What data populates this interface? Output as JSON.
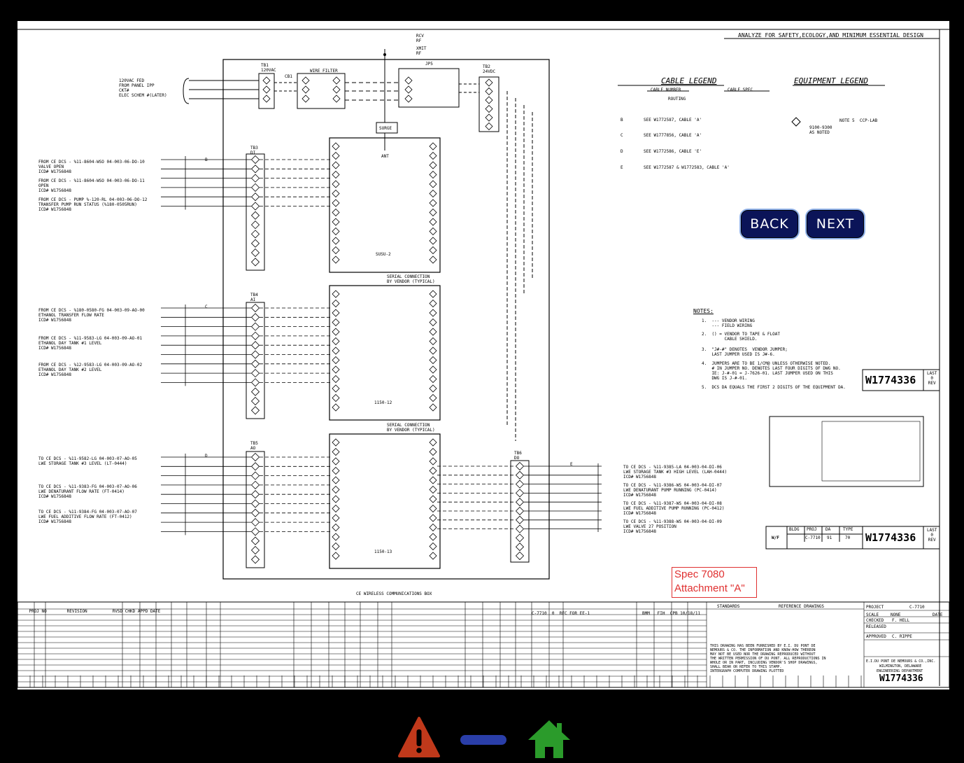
{
  "header": {
    "analyze_note": "ANALYZE FOR SAFETY,ECOLOGY,AND MINIMUM ESSENTIAL DESIGN"
  },
  "nav": {
    "back_label": "BACK",
    "next_label": "NEXT"
  },
  "legends": {
    "cable_title": "CABLE LEGEND",
    "equipment_title": "EQUIPMENT LEGEND",
    "cable_number": "CABLE NUMBER",
    "cable_spec": "CABLE SPEC",
    "routing": "ROUTING",
    "cable_entries": [
      {
        "tag": "B",
        "text": "SEE W1772587, CABLE 'A'"
      },
      {
        "tag": "C",
        "text": "SEE W1777856, CABLE 'A'"
      },
      {
        "tag": "D",
        "text": "SEE W1772586, CABLE 'E'"
      },
      {
        "tag": "E",
        "text": "SEE W1772587 & W1772583, CABLE 'A'"
      }
    ],
    "equipment_note": "NOTE 5  CCP-LAB",
    "equipment_sub": "9100-9300\nAS NOTED"
  },
  "notes": {
    "title": "NOTES:",
    "items": [
      "1.  --- VENDOR WIRING\n    --- FIELD WIRING",
      "2.  () = VENDOR TO TAPE & FLOAT\n         CABLE SHIELD.",
      "3.  \"J#-#\" DENOTES  VENDOR JUMPER;\n    LAST JUMPER USED IS J#-6.",
      "4.  JUMPERS ARE TO BE 1/CM@ UNLESS OTHERWISE NOTED.\n    # IN JUMPER NO. DENOTES LAST FOUR DIGITS OF DWG NO.\n    IE: J-#-01 = J-7626-01. LAST JUMPER USED ON THIS\n    DWG IS J-#-01.",
      "5.  DCS DA EQUALS THE FIRST 2 DIGITS OF THE EQUIPMENT DA."
    ]
  },
  "drawing_number": "W1774336",
  "last_rev_label": "LAST\n0\nREV",
  "title_block": {
    "bldg": "BLDG",
    "proj": "PROJ",
    "da": "DA",
    "type": "TYPE",
    "proj_val": "C-7710",
    "da_val": "91",
    "type_val": "70",
    "wf": "W/F"
  },
  "spec": {
    "line1": "Spec 7080",
    "line2": "Attachment \"A\""
  },
  "revision_table": {
    "headers": [
      "PROJ",
      "NO",
      "REVISION",
      "RVSD",
      "CHKD",
      "APPD",
      "DATE"
    ],
    "standards": "STANDARDS",
    "reference": "REFERENCE DRAWINGS",
    "rev_entry": "C-7710  0  RFC FOR EE-1",
    "rev_sign": "BMM   FIH  CPB 10/18/11"
  },
  "project_block": {
    "project": "PROJECT",
    "project_val": "C-7710",
    "scale": "SCALE",
    "scale_val": "NONE",
    "date": "DATE",
    "checked": "CHECKED",
    "checked_val": "F. HELL",
    "released": "RELEASED",
    "approved": "APPROVED",
    "approved_val": "C. RIPPE",
    "company": "E.I.DU PONT DE NEMOURS & CO.,INC.",
    "location": "WILMINGTON, DELAWARE",
    "dept": "ENGINEERING DEPARTMENT",
    "disclaimer": "THIS DRAWING HAS BEEN FURNISHED BY E.I. DU PONT DE\nNEMOURS & CO. THE INFORMATION AND KNOW-HOW THEREON\nMAY NOT BE USED NOR THE DRAWING REPRODUCED WITHOUT\nTHE WRITTEN PERMISSION OF DU PONT. ALL REPRODUCTIONS IN\nWHOLE OR IN PART, INCLUDING VENDOR'S SHOP DRAWINGS,\nSHALL BEAR OR REFER TO THIS STAMP.\nINTERGRAPH COMPUTER DRAWING PLOTTED"
  },
  "schematic": {
    "feed_note": "120VAC FED\nFROM PANEL IPP\nCKT#\nELEC SCHEM #(LATER)",
    "tb1": "TB1\n120VAC",
    "cb1": "CB1",
    "filter": "WIRE FILTER",
    "jp5": "JP5",
    "tb2": "TB2\n24VDC",
    "surge": "SURGE",
    "ant": "ANT",
    "tb3": "TB3\nDI",
    "tb4": "TB4\nAI",
    "tb5": "TB5\nAO",
    "tb6": "TB6\nDO",
    "rcv": "RCV\nRF",
    "xmit": "XMIT\nRF",
    "card1": "SUSU-2",
    "card2": "1150-12",
    "card3": "1150-13",
    "serial1": "SERIAL CONNECTION\nBY VENDOR (TYPICAL)",
    "serial2": "SERIAL CONNECTION\nBY VENDOR (TYPICAL)",
    "box_label": "CE WIRELESS COMMUNICATIONS BOX",
    "left_labels": [
      "FROM CE DCS - %11-8604-WSO 04-003-06-DO-10\nVALVE OPEN\nICD# W1756848",
      "FROM CE DCS - %11-8604-WSO 04-003-06-DO-11\nOPEN\nICD# W1756848",
      "FROM CE DCS - PUMP %-120-RL 04-003-06-DO-12\nTRANSFER PUMP RUN STATUS (%180-0505RUN)\nICD# W1756848",
      "FROM CE DCS - %180-0580-FG 04-003-09-AO-00\nETHANOL TRANSFER FLOW RATE\nICD# W1756848",
      "FROM CE DCS - %11-9583-LG 04-003-09-AO-01\nETHANOL DAY TANK #1 LEVEL\nICD# W1756848",
      "FROM CE DCS - %12-9583-LG 04-003-09-AO-02\nETHANOL DAY TANK #2 LEVEL\nICD# W1756848",
      "TO CE DCS - %11-9582-LG 04-003-07-AO-05\nLWE STORAGE TANK #3 LEVEL (LT-0444)",
      "TO CE DCS - %11-9383-FG 04-003-07-AO-06\nLWE DENATURANT FLOW RATE (FT-0414)\nICD# W1756848",
      "TO CE DCS - %11-9384-FG 04-003-07-AO-07\nLWE FUEL ADDITIVE FLOW RATE (FT-0412)\nICD# W1756848"
    ],
    "right_labels": [
      "TO CE DCS - %11-9385-LA 04-003-04-DI-06\nLWE STORAGE TANK #3 HIGH LEVEL (LAH-0444)\nICD# W1756848",
      "TO CE DCS - %11-9386-WS 04-003-04-DI-07\nLWE DENATURANT PUMP RUNNING (PC-0414)\nICD# W1756848",
      "TO CE DCS - %11-9387-WS 04-003-04-DI-08\nLWE FUEL ADDITIVE PUMP RUNNING (PC-0412)\nICD# W1756848",
      "TO CE DCS - %11-9388-WS 04-003-04-DI-09\nLWE VALVE 27 POSITION\nICD# W1756848"
    ],
    "cable_tags": [
      "B",
      "C",
      "D",
      "E"
    ]
  },
  "bottom_nav": {
    "warning_icon": "warning-icon",
    "minimize_icon": "minimize-icon",
    "home_icon": "home-icon"
  },
  "colors": {
    "background": "#000000",
    "button_fill": "#0b1458",
    "button_border": "#8fb0e8",
    "spec_red": "#e03030",
    "warning": "#c0391b",
    "minimize": "#2a3ea8",
    "home": "#2b9b2b"
  }
}
